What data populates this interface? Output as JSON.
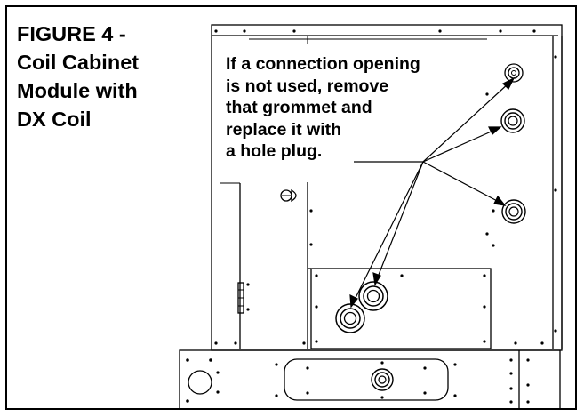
{
  "figure": {
    "caption_lines": [
      "FIGURE 4 -",
      "Coil Cabinet",
      "Module with",
      "DX Coil"
    ]
  },
  "callout": {
    "lines": [
      "If a connection opening",
      "is not used, remove",
      "that grommet and",
      "replace it with",
      "a hole plug."
    ]
  },
  "colors": {
    "line": "#000000",
    "background": "#ffffff"
  }
}
